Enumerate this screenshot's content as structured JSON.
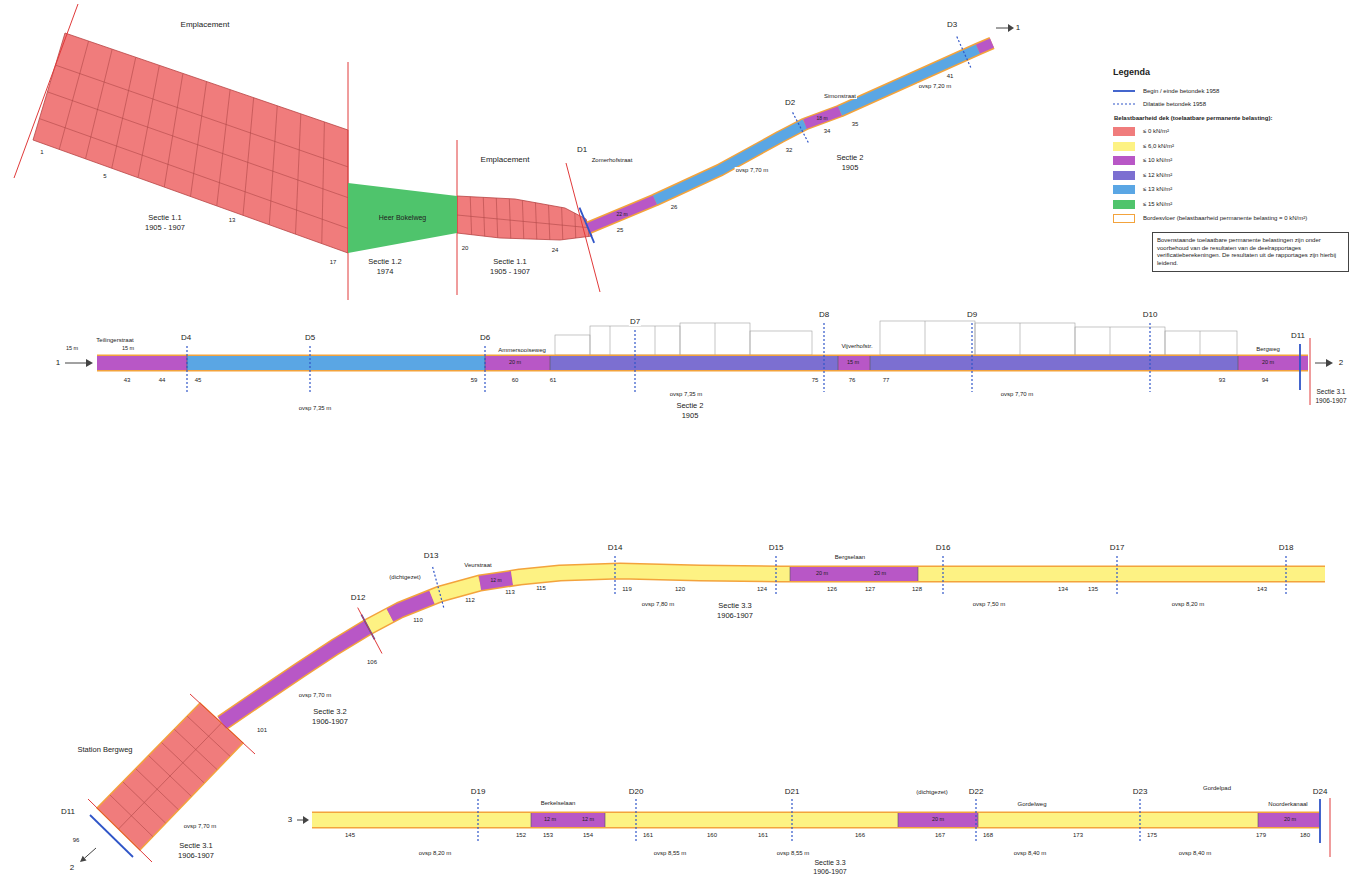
{
  "diagram": {
    "nodes": [
      {
        "text": [
          "Heer Bokelweg"
        ]
      },
      {
        "text": [
          "Bovenstaande toelaatbare permanente belastingen zijn onder voorbehoud van de resultaten van de deelrapportages verificatieberekeningen. De resultaten uit de rapportages zijn hierbij leidend."
        ]
      }
    ],
    "labels": [
      "Emplacement",
      "1",
      "5",
      "13",
      "17",
      "Sectie 1.1",
      "1905 - 1907",
      "Sectie 1.2",
      "1974",
      "Emplacement",
      "20",
      "24",
      "Sectie 1.1",
      "1905 - 1907",
      "D1",
      "Zomerhofstraat",
      "22 m",
      "25",
      "26",
      "ovsp 7,70 m",
      "32",
      "D2",
      "Simonstraat",
      "18 m",
      "34",
      "35",
      "Sectie 2",
      "1905",
      "ovsp 7,20 m",
      "41",
      "D3",
      "1",
      "Legenda",
      "Belastbaarheid dek (toelaatbare permanente belasting):",
      "1",
      "Teilingerstraat",
      "15 m",
      "15 m",
      "D4",
      "43",
      "44",
      "45",
      "D5",
      "ovsp 7,35 m",
      "D6",
      "Ammersooiseweg",
      "20 m",
      "59",
      "60",
      "61",
      "D7",
      "ovsp 7,35 m",
      "Sectie 2",
      "1905",
      "D8",
      "Vijverhofstr.",
      "15 m",
      "75",
      "76",
      "77",
      "D9",
      "ovsp 7,70 m",
      "D10",
      "93",
      "Bergweg",
      "20 m",
      "94",
      "D11",
      "2",
      "Sectie 3.1",
      "1906-1907",
      "Station Bergweg",
      "D11",
      "96",
      "ovsp 7,70 m",
      "Sectie 3.1",
      "1906-1907",
      "2",
      "101",
      "ovsp 7,70 m",
      "Sectie 3.2",
      "1906-1907",
      "D12",
      "106",
      "(dichtgezet)",
      "D13",
      "110",
      "112",
      "Veurstraat",
      "12 m",
      "113",
      "115",
      "D14",
      "119",
      "120",
      "ovsp 7,80 m",
      "Sectie 3.3",
      "1906-1907",
      "D15",
      "124",
      "Bergselaan",
      "20 m",
      "20 m",
      "126",
      "127",
      "128",
      "D16",
      "ovsp 7,50 m",
      "134",
      "135",
      "D17",
      "ovsp 8,20 m",
      "143",
      "D18",
      "3",
      "145",
      "D19",
      "ovsp 8,20 m",
      "Berkelselaan",
      "12 m",
      "12 m",
      "152",
      "153",
      "154",
      "D20",
      "161",
      "ovsp 8,55 m",
      "160",
      "161",
      "D21",
      "ovsp 8,55 m",
      "Sectie 3.3",
      "1906-1907",
      "166",
      "(dichtgezet)",
      "20 m",
      "167",
      "D22",
      "168",
      "Gordelweg",
      "173",
      "ovsp 8,40 m",
      "D23",
      "175",
      "ovsp 8,40 m",
      "Gordelpad",
      "179",
      "Noorderkanaal",
      "20 m",
      "180",
      "D24"
    ],
    "legend": [
      {
        "text": "Begin / einde betondek 1958"
      },
      {
        "text": "Dilatatie betondek 1958"
      },
      {
        "text": "≤ 0 kN/m²",
        "color": "#f07c7c"
      },
      {
        "text": "≤ 6,0 kN/m²",
        "color": "#fdf283"
      },
      {
        "text": "≤ 10 kN/m²",
        "color": "#b857c6"
      },
      {
        "text": "≤ 12 kN/m²",
        "color": "#7c6fd1"
      },
      {
        "text": "≤ 13 kN/m²",
        "color": "#5aa6e4"
      },
      {
        "text": "≤ 15 kN/m²",
        "color": "#4fc46c"
      },
      {
        "text": "Bordesvloer (belastbaarheid permanente belasting = 0 kN/m²)"
      }
    ]
  }
}
